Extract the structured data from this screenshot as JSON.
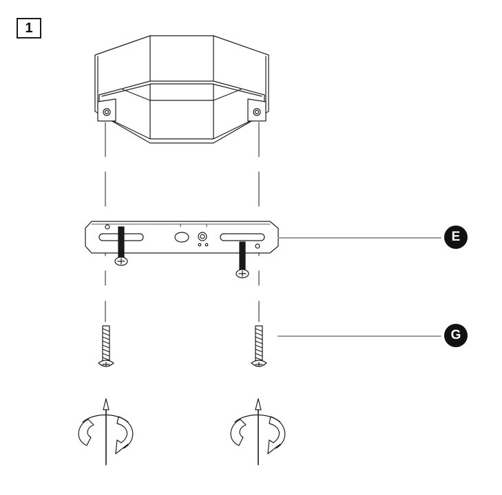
{
  "step": {
    "number": "1"
  },
  "callouts": {
    "mounting_plate": "E",
    "screws": "G"
  },
  "colors": {
    "line": "#1a1a1a",
    "leader": "#9a9a9a",
    "callout_fill": "#111111"
  }
}
